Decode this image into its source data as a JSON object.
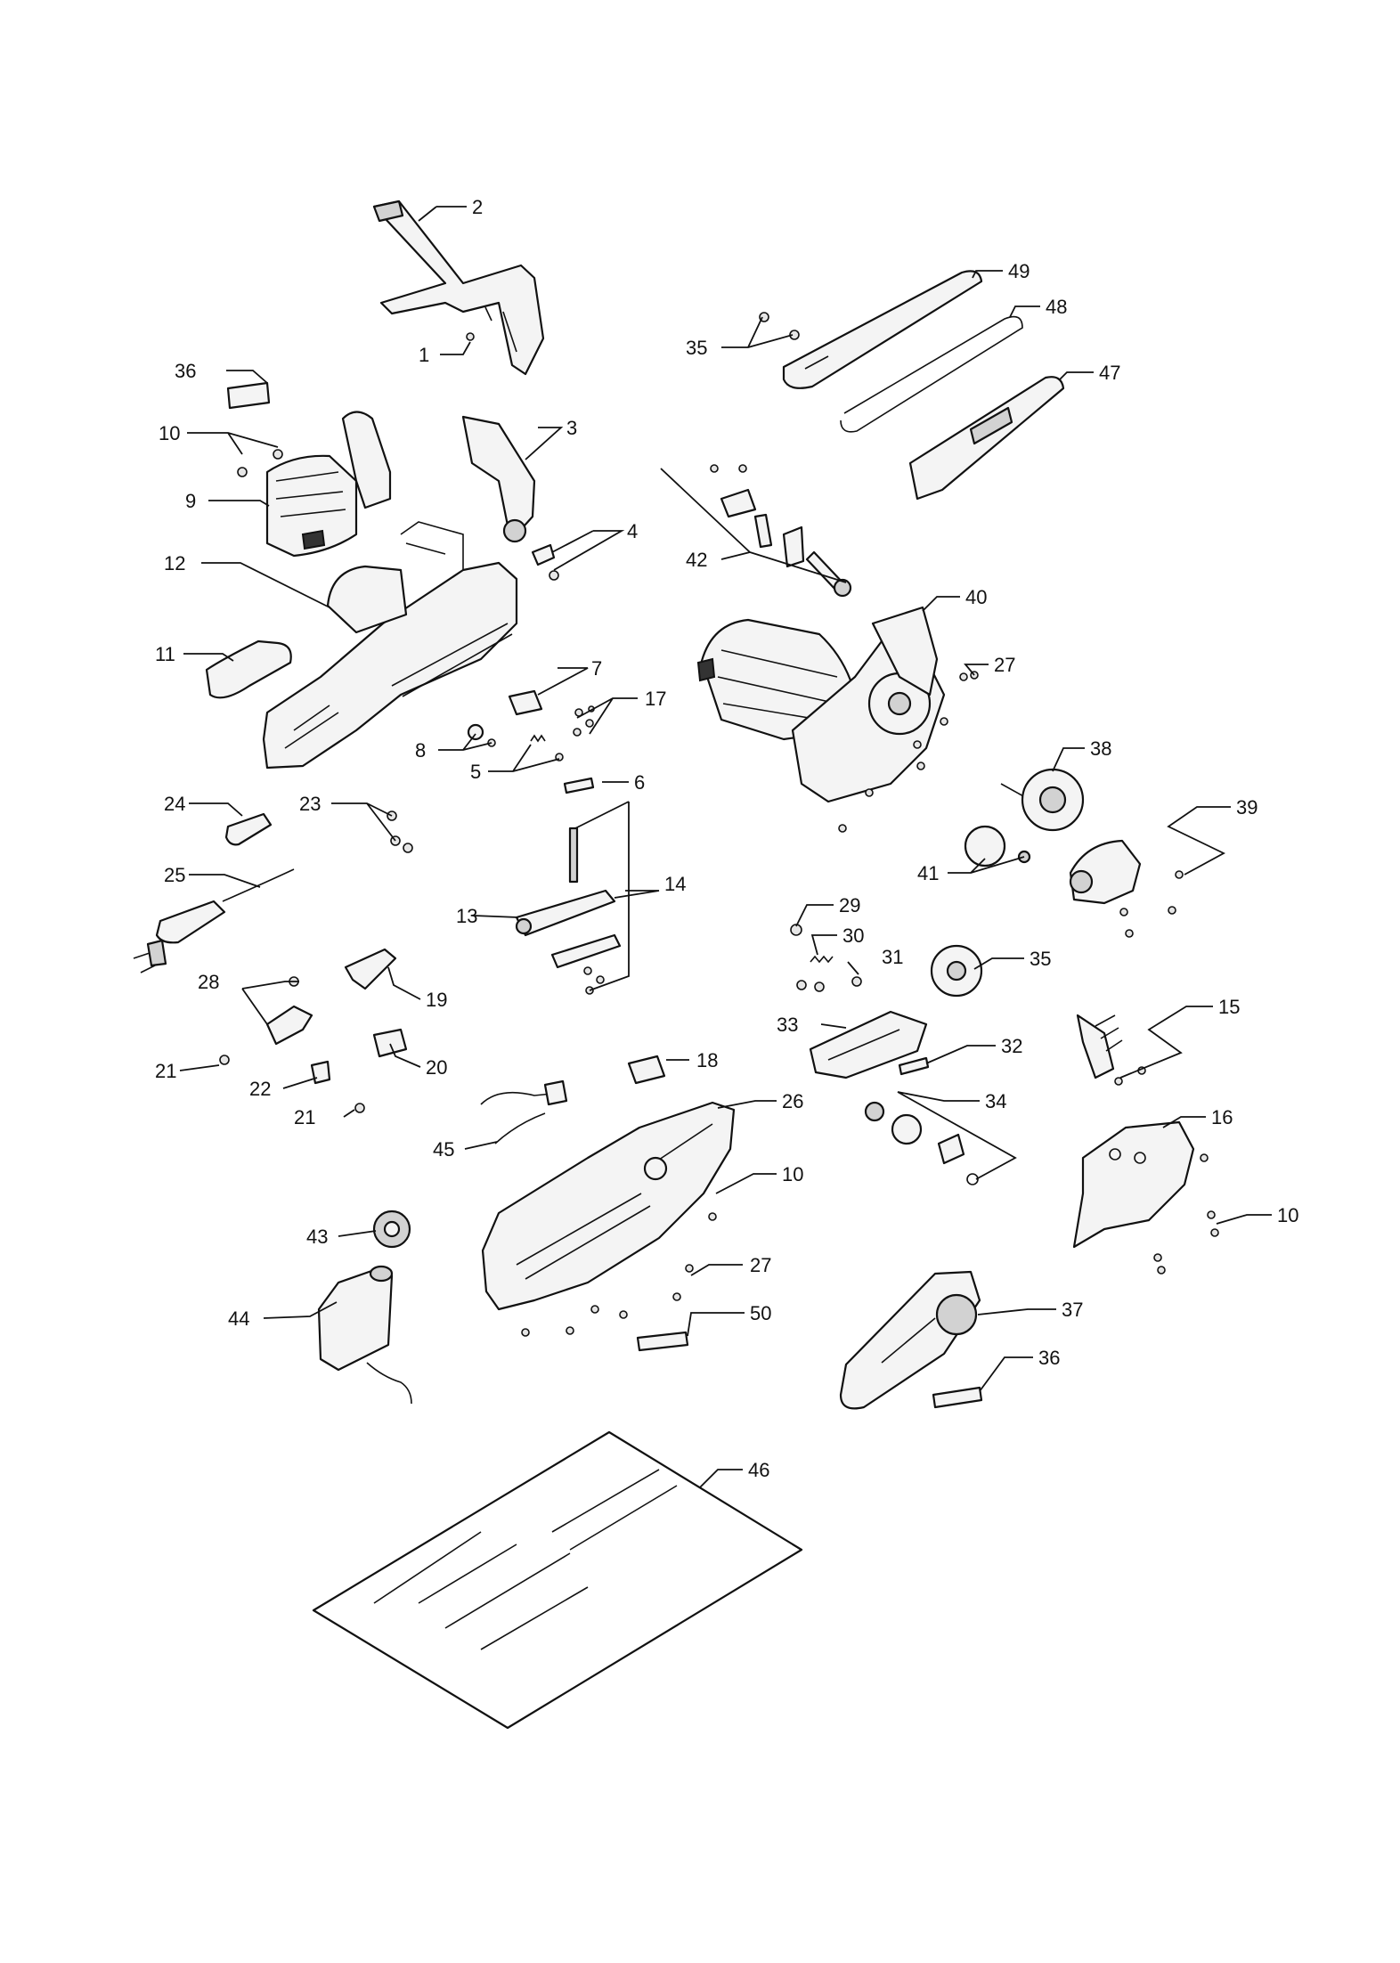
{
  "callouts": {
    "c1": "1",
    "c2": "2",
    "c3": "3",
    "c4": "4",
    "c5": "5",
    "c6": "6",
    "c7": "7",
    "c8": "8",
    "c9": "9",
    "c10a": "10",
    "c10b": "10",
    "c10c": "10",
    "c11": "11",
    "c12": "12",
    "c13": "13",
    "c14": "14",
    "c15": "15",
    "c16": "16",
    "c17": "17",
    "c18": "18",
    "c19": "19",
    "c20": "20",
    "c21a": "21",
    "c21b": "21",
    "c22": "22",
    "c23": "23",
    "c24": "24",
    "c25": "25",
    "c26": "26",
    "c27a": "27",
    "c27b": "27",
    "c28": "28",
    "c29": "29",
    "c30": "30",
    "c31": "31",
    "c32": "32",
    "c33": "33",
    "c34": "34",
    "c35a": "35",
    "c35b": "35",
    "c36a": "36",
    "c36b": "36",
    "c37": "37",
    "c38": "38",
    "c39": "39",
    "c40": "40",
    "c41": "41",
    "c42": "42",
    "c43": "43",
    "c44": "44",
    "c45": "45",
    "c46": "46",
    "c47": "47",
    "c48": "48",
    "c49": "49",
    "c50": "50"
  },
  "colors": {
    "line": "#111111",
    "fill": "#f4f4f4",
    "shade": "#d2d2d2",
    "background": "#ffffff"
  }
}
